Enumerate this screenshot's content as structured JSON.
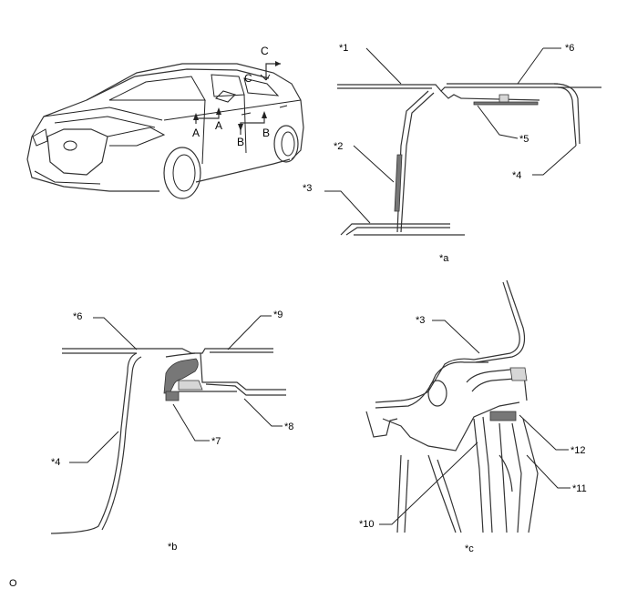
{
  "labels": {
    "l1": "*1",
    "l2": "*2",
    "l3a": "*3",
    "l4a": "*4",
    "l5": "*5",
    "l6a": "*6",
    "l6b": "*6",
    "l4b": "*4",
    "l7": "*7",
    "l8": "*8",
    "l9": "*9",
    "l3c": "*3",
    "l10": "*10",
    "l11": "*11",
    "l12": "*12"
  },
  "sections": {
    "a": "*a",
    "b": "*b",
    "c": "*c"
  },
  "section_markers": {
    "A": "A",
    "B": "B",
    "C": "C"
  },
  "footer_code": "O"
}
